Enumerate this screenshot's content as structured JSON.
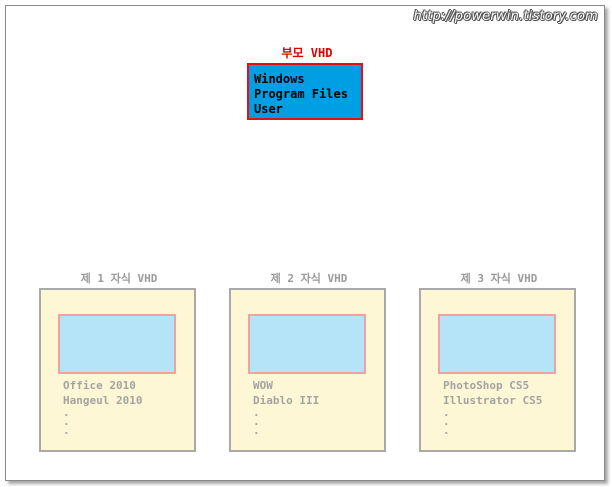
{
  "watermark": "http://powerwin.tistory.com",
  "parent": {
    "label": "부모 VHD",
    "items": [
      "Windows",
      "Program Files",
      "User"
    ]
  },
  "children": [
    {
      "label": "제 1 자식 VHD",
      "items": [
        "Office 2010",
        "Hangeul 2010"
      ],
      "dots": [
        ".",
        ".",
        "."
      ]
    },
    {
      "label": "제 2 자식 VHD",
      "items": [
        "WOW",
        "Diablo III"
      ],
      "dots": [
        ".",
        ".",
        "."
      ]
    },
    {
      "label": "제 3 자식 VHD",
      "items": [
        "PhotoShop CS5",
        "Illustrator CS5"
      ],
      "dots": [
        ".",
        ".",
        "."
      ]
    }
  ],
  "colors": {
    "parent_fill": "#009fe3",
    "parent_border": "#e0101e",
    "parent_label": "#e00000",
    "child_fill": "#fdf7d6",
    "child_inner_fill": "#b5e3f8",
    "child_inner_border": "#f0a1a1",
    "child_text": "#a3a3a3"
  }
}
